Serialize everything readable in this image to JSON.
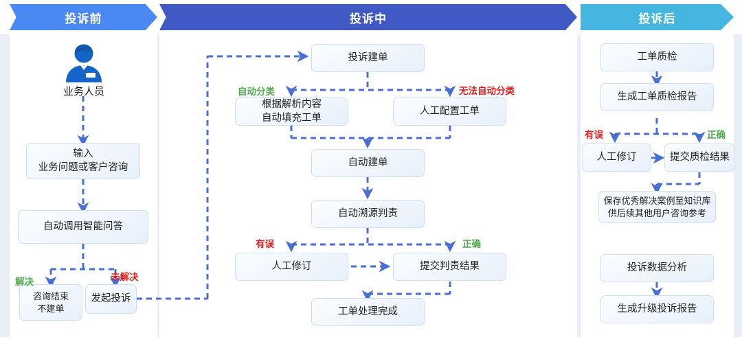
{
  "banners": [
    {
      "id": "pre",
      "label": "投诉前",
      "color": "#4a89f3"
    },
    {
      "id": "during",
      "label": "投诉中",
      "color": "#4159c4"
    },
    {
      "id": "post",
      "label": "投诉后",
      "color": "#45b6e0"
    }
  ],
  "colors": {
    "accent_blue": "#4a6fd4",
    "banner_pre": "#4a89f3",
    "banner_during": "#4159c4",
    "banner_post": "#45b6e0",
    "node_border": "#cfe0f3",
    "label_green": "#4fa84f",
    "label_red": "#e01f1f",
    "panel_gap": "#eaeef7",
    "actor_icon": "#1565c8"
  },
  "pre": {
    "actor_label": "业务人员",
    "actor_icon": "person-icon",
    "nodes": [
      {
        "id": "input",
        "text": "输入\n业务问题或客户咨询"
      },
      {
        "id": "auto-qa",
        "text": "自动调用智能问答"
      },
      {
        "id": "end-no-ticket",
        "text": "咨询结束\n不建单"
      },
      {
        "id": "start-complaint",
        "text": "发起投诉"
      }
    ],
    "edge_labels": [
      {
        "id": "resolved",
        "text": "解决",
        "tone": "green"
      },
      {
        "id": "unresolved",
        "text": "未解决",
        "tone": "red"
      }
    ]
  },
  "during": {
    "nodes": [
      {
        "id": "create-ticket",
        "text": "投诉建单"
      },
      {
        "id": "auto-fill",
        "text": "根据解析内容\n自动填充工单"
      },
      {
        "id": "manual-config",
        "text": "人工配置工单"
      },
      {
        "id": "auto-create",
        "text": "自动建单"
      },
      {
        "id": "auto-trace",
        "text": "自动溯源判责"
      },
      {
        "id": "manual-revise",
        "text": "人工修订"
      },
      {
        "id": "submit-liability",
        "text": "提交判责结果"
      },
      {
        "id": "ticket-done",
        "text": "工单处理完成"
      }
    ],
    "edge_labels": [
      {
        "id": "auto-classify",
        "text": "自动分类",
        "tone": "green"
      },
      {
        "id": "cannot-auto-classify",
        "text": "无法自动分类",
        "tone": "red"
      },
      {
        "id": "wrong",
        "text": "有误",
        "tone": "red"
      },
      {
        "id": "correct",
        "text": "正确",
        "tone": "green"
      }
    ]
  },
  "post": {
    "nodes": [
      {
        "id": "ticket-qc",
        "text": "工单质检"
      },
      {
        "id": "gen-qc-report",
        "text": "生成工单质检报告"
      },
      {
        "id": "manual-revise",
        "text": "人工修订"
      },
      {
        "id": "submit-qc-result",
        "text": "提交质检结果"
      },
      {
        "id": "save-case",
        "text": "保存优秀解决案例至知识库\n供后续其他用户咨询参考"
      },
      {
        "id": "complaint-analysis",
        "text": "投诉数据分析"
      },
      {
        "id": "gen-escalation-report",
        "text": "生成升级投诉报告"
      }
    ],
    "edge_labels": [
      {
        "id": "wrong",
        "text": "有误",
        "tone": "red"
      },
      {
        "id": "correct",
        "text": "正确",
        "tone": "green"
      }
    ]
  }
}
